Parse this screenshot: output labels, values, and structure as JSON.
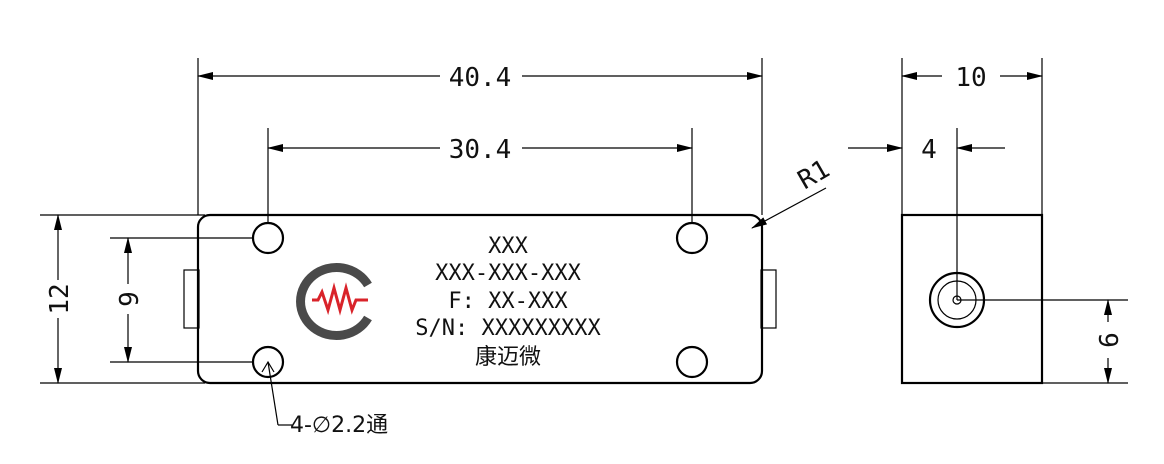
{
  "dimensions": {
    "overall_length": "40.4",
    "hole_spacing_length": "30.4",
    "overall_height": "12",
    "hole_spacing_height": "9",
    "corner_radius": "R1",
    "holes": "4-∅2.2通",
    "side_width": "10",
    "connector_offset_x": "4",
    "connector_height": "6"
  },
  "label": {
    "line1": "XXX",
    "line2": "XXX-XXX-XXX",
    "line3": "F: XX-XXX",
    "line4": "S/N: XXXXXXXXX",
    "brand": "康迈微"
  },
  "colors": {
    "logo_gray": "#4a4a4a",
    "logo_red": "#d9232a",
    "line": "#000000"
  }
}
